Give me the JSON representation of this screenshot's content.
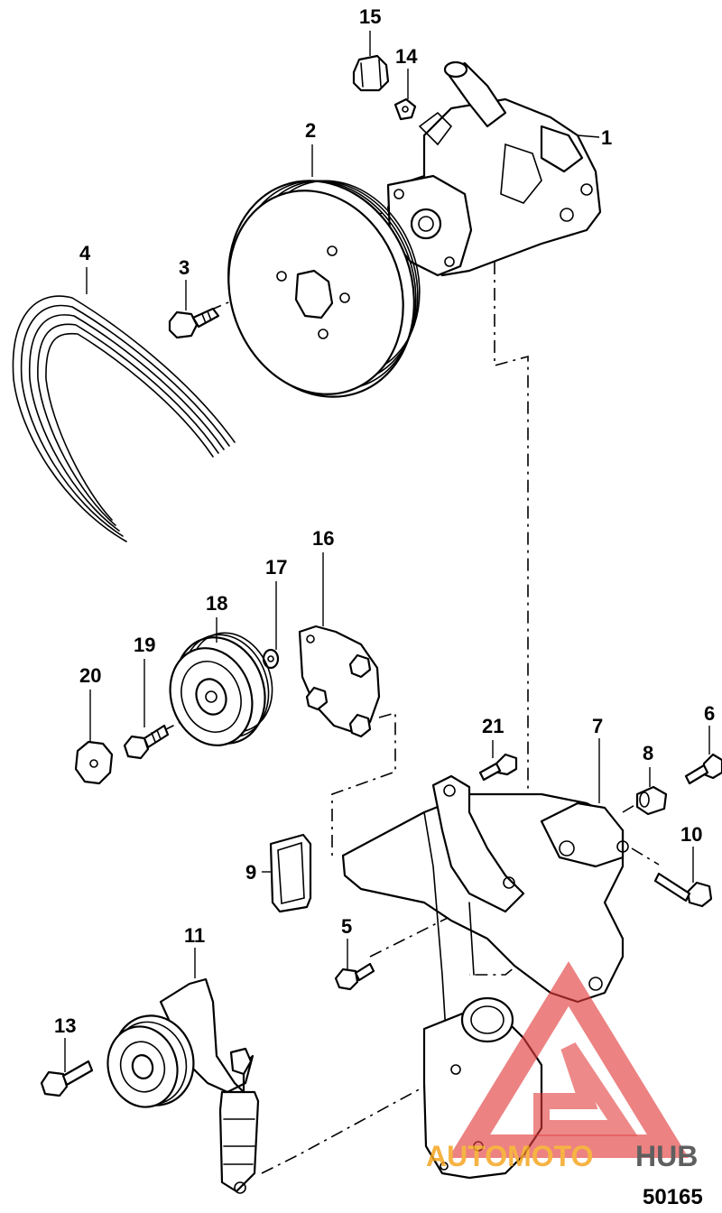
{
  "callouts": [
    {
      "id": "1",
      "text": "1"
    },
    {
      "id": "2",
      "text": "2"
    },
    {
      "id": "3",
      "text": "3"
    },
    {
      "id": "4",
      "text": "4"
    },
    {
      "id": "5",
      "text": "5"
    },
    {
      "id": "6",
      "text": "6"
    },
    {
      "id": "7",
      "text": "7"
    },
    {
      "id": "8",
      "text": "8"
    },
    {
      "id": "9",
      "text": "9"
    },
    {
      "id": "10",
      "text": "10"
    },
    {
      "id": "11",
      "text": "11"
    },
    {
      "id": "13",
      "text": "13"
    },
    {
      "id": "14",
      "text": "14"
    },
    {
      "id": "15",
      "text": "15"
    },
    {
      "id": "16",
      "text": "16"
    },
    {
      "id": "17",
      "text": "17"
    },
    {
      "id": "18",
      "text": "18"
    },
    {
      "id": "19",
      "text": "19"
    },
    {
      "id": "20",
      "text": "20"
    },
    {
      "id": "21",
      "text": "21"
    }
  ],
  "figure_number": "50165",
  "watermark": {
    "part1": "AUTOMOTO",
    "part2": "HUB",
    "color_red": "#e23b3b",
    "color_orange": "#f5a623",
    "color_dark": "#444444"
  }
}
